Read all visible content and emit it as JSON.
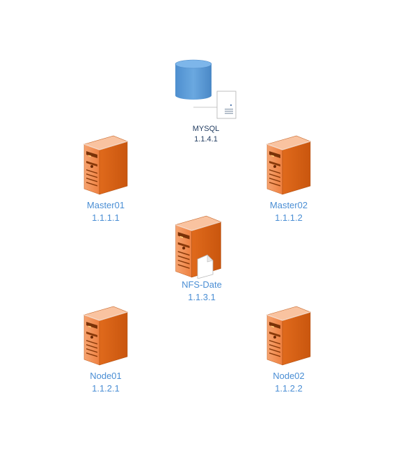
{
  "database": {
    "name": "MYSQL",
    "ip": "1.1.4.1",
    "icon": "database-icon",
    "color": "#5b9bd5"
  },
  "servers": [
    {
      "id": "master01",
      "name": "Master01",
      "ip": "1.1.1.1",
      "icon": "server-icon"
    },
    {
      "id": "master02",
      "name": "Master02",
      "ip": "1.1.1.2",
      "icon": "server-icon"
    },
    {
      "id": "nfs",
      "name": "NFS-Date",
      "ip": "1.1.3.1",
      "icon": "file-server-icon"
    },
    {
      "id": "node01",
      "name": "Node01",
      "ip": "1.1.2.1",
      "icon": "server-icon"
    },
    {
      "id": "node02",
      "name": "Node02",
      "ip": "1.1.2.2",
      "icon": "server-icon"
    }
  ],
  "colors": {
    "server_front": "#f08a4b",
    "server_side": "#d35f12",
    "server_top": "#f7b48a",
    "label": "#4a8ed4",
    "db_label": "#1f3a5f"
  }
}
